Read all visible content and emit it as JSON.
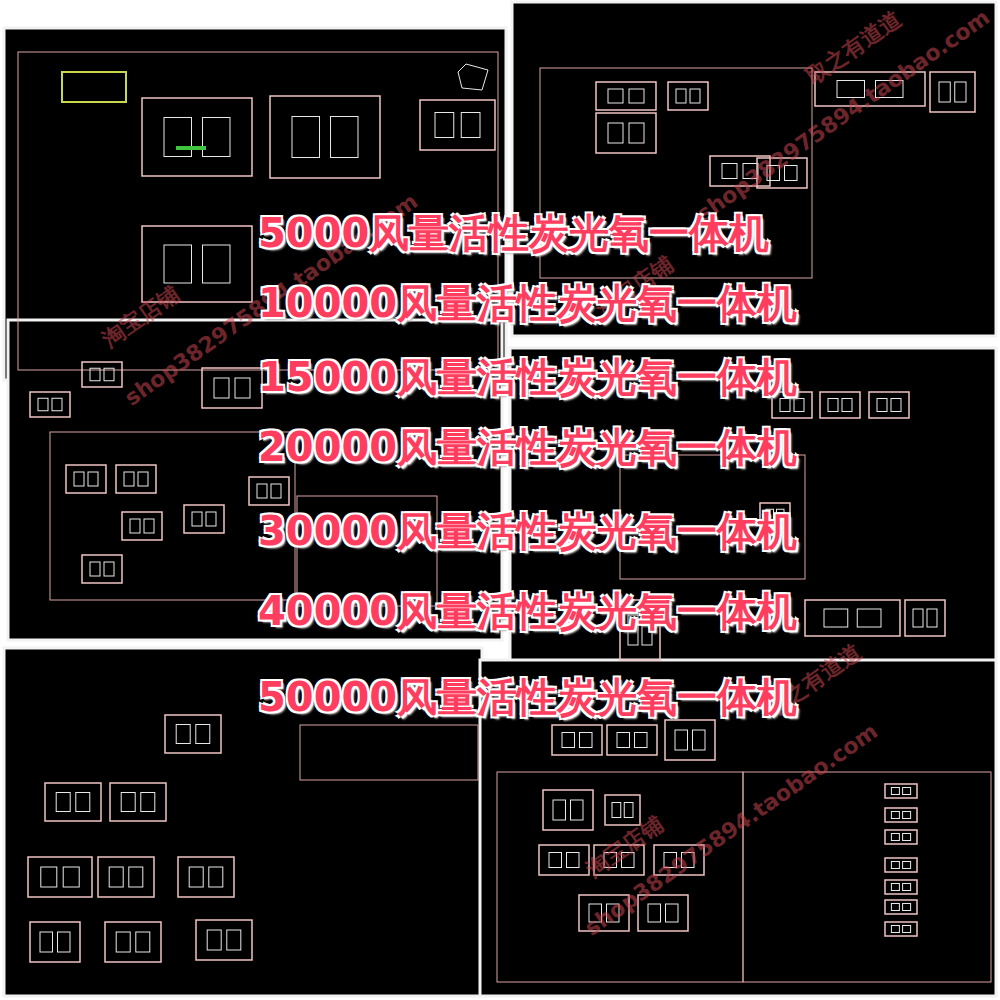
{
  "diagram": {
    "labels": [
      "5000风量活性炭光氧一体机",
      "10000风量活性炭光氧一体机",
      "15000风量活性炭光氧一体机",
      "20000风量活性炭光氧一体机",
      "30000风量活性炭光氧一体机",
      "40000风量活性炭光氧一体机",
      "50000风量活性炭光氧一体机",
      "淘宝店铺",
      "shop382975894.taobao.com",
      "取之有道道",
      "shop382975894.taobao.com",
      "淘宝店铺",
      "取之有道道",
      "淘宝店铺",
      "shop382975894.taobao.com"
    ]
  }
}
